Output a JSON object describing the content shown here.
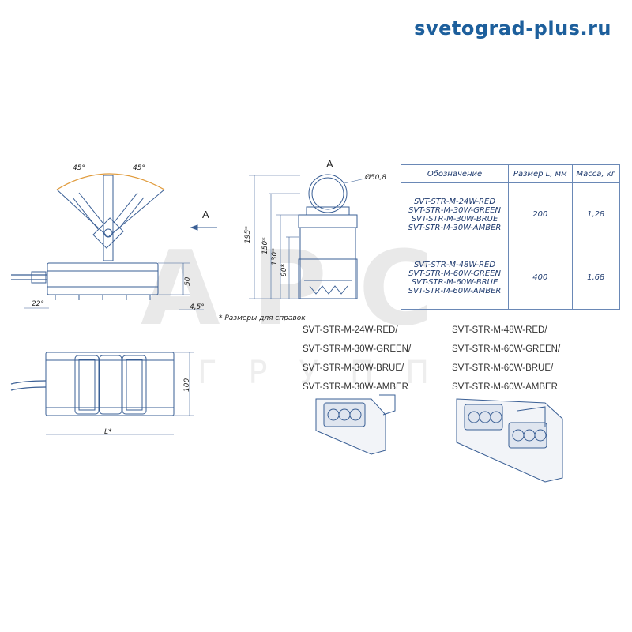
{
  "site": "svetograd-plus.ru",
  "watermark": {
    "main": "АРС",
    "sub": "ГРУПП"
  },
  "drawing": {
    "view_label_side": "А",
    "view_label_top": "А",
    "angle_left": "45°",
    "angle_right": "45°",
    "dim_50": "50",
    "dim_22": "22°",
    "dim_45": "4,5°",
    "note": "* Размеры для справок",
    "dim_100": "100",
    "dim_L": "L*",
    "dim_diameter": "Ø50,8",
    "dim_195": "195*",
    "dim_150": "150*",
    "dim_130": "130*",
    "dim_90": "90*"
  },
  "spec_table": {
    "headers": [
      "Обозначение",
      "Размер L, мм",
      "Масса, кг"
    ],
    "rows": [
      {
        "models": [
          "SVT-STR-M-24W-RED",
          "SVT-STR-M-30W-GREEN",
          "SVT-STR-M-30W-BRUE",
          "SVT-STR-M-30W-AMBER"
        ],
        "size": "200",
        "mass": "1,28"
      },
      {
        "models": [
          "SVT-STR-M-48W-RED",
          "SVT-STR-M-60W-GREEN",
          "SVT-STR-M-60W-BRUE",
          "SVT-STR-M-60W-AMBER"
        ],
        "size": "400",
        "mass": "1,68"
      }
    ]
  },
  "models_left": [
    "SVT-STR-M-24W-RED/",
    "SVT-STR-M-30W-GREEN/",
    "SVT-STR-M-30W-BRUE/",
    "SVT-STR-M-30W-AMBER"
  ],
  "models_right": [
    "SVT-STR-M-48W-RED/",
    "SVT-STR-M-60W-GREEN/",
    "SVT-STR-M-60W-BRUE/",
    "SVT-STR-M-60W-AMBER"
  ],
  "colors": {
    "brand": "#1d5f9c",
    "line": "#3a5f95",
    "orange": "#e09a3a"
  }
}
